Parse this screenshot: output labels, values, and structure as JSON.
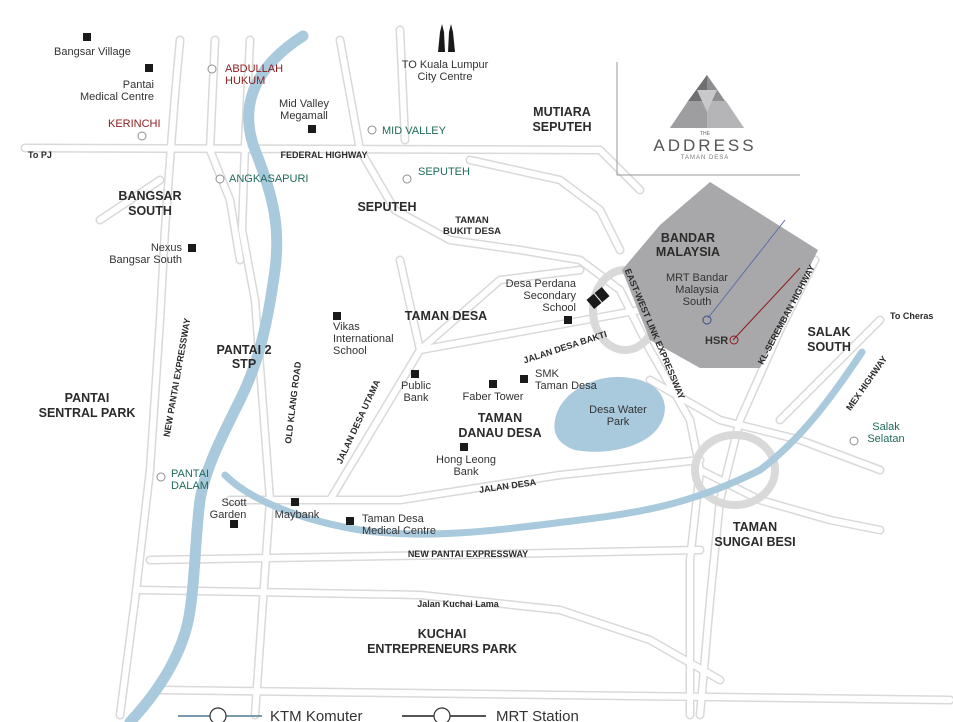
{
  "brand": {
    "name": "ADDRESS",
    "prefix": "THE",
    "subtitle": "TAMAN DESA"
  },
  "areas": {
    "mutiara_1": "MUTIARA",
    "mutiara_2": "SEPUTEH",
    "bangsar_south_1": "BANGSAR",
    "bangsar_south_2": "SOUTH",
    "seputeh": "SEPUTEH",
    "taman_bukit_desa_1": "TAMAN",
    "taman_bukit_desa_2": "BUKIT DESA",
    "bandar_malaysia_1": "BANDAR",
    "bandar_malaysia_2": "MALAYSIA",
    "taman_desa": "TAMAN DESA",
    "pantai2_1": "PANTAI 2",
    "pantai2_2": "STP",
    "pantai_sentral_1": "PANTAI",
    "pantai_sentral_2": "SENTRAL PARK",
    "salak_south_1": "SALAK",
    "salak_south_2": "SOUTH",
    "taman_danau_1": "TAMAN",
    "taman_danau_2": "DANAU DESA",
    "taman_sungai_1": "TAMAN",
    "taman_sungai_2": "SUNGAI BESI",
    "kuchai_1": "KUCHAI",
    "kuchai_2": "ENTREPRENEURS PARK"
  },
  "pois": {
    "bangsar_village": "Bangsar Village",
    "pantai_medical_1": "Pantai",
    "pantai_medical_2": "Medical Centre",
    "mid_valley_1": "Mid Valley",
    "mid_valley_2": "Megamall",
    "klcc_1": "TO Kuala Lumpur",
    "klcc_2": "City Centre",
    "nexus_1": "Nexus",
    "nexus_2": "Bangsar South",
    "desa_perdana_1": "Desa Perdana",
    "desa_perdana_2": "Secondary",
    "desa_perdana_3": "School",
    "vikas_1": "Vikas",
    "vikas_2": "International",
    "vikas_3": "School",
    "public_bank_1": "Public",
    "public_bank_2": "Bank",
    "faber": "Faber Tower",
    "smk_1": "SMK",
    "smk_2": "Taman Desa",
    "desa_water_1": "Desa Water",
    "desa_water_2": "Park",
    "hong_leong_1": "Hong Leong",
    "hong_leong_2": "Bank",
    "scott_1": "Scott",
    "scott_2": "Garden",
    "maybank": "Maybank",
    "tdmc_1": "Taman Desa",
    "tdmc_2": "Medical Centre",
    "mrt_bm_1": "MRT Bandar",
    "mrt_bm_2": "Malaysia",
    "mrt_bm_3": "South",
    "hsr": "HSR"
  },
  "stations": {
    "abdullah_1": "ABDULLAH",
    "abdullah_2": "HUKUM",
    "kerinchi": "KERINCHI",
    "mid_valley": "MID VALLEY",
    "seputeh": "SEPUTEH",
    "angkasapuri": "ANGKASAPURI",
    "pantai_dalam_1": "PANTAI",
    "pantai_dalam_2": "DALAM",
    "salak_selatan_1": "Salak",
    "salak_selatan_2": "Selatan"
  },
  "roads": {
    "to_pj": "To PJ",
    "federal": "FEDERAL HIGHWAY",
    "new_pantai_v": "NEW PANTAI EXPRESSWAY",
    "old_klang": "OLD KLANG ROAD",
    "jalan_desa_utama": "JALAN DESA UTAMA",
    "jalan_desa_bakti": "JALAN DESA BAKTI",
    "ewl": "EAST-WEST LINK EXPRESSWAY",
    "kl_seremban": "KL-SEREMBAN HIGHWAY",
    "to_cheras": "To Cheras",
    "mex": "MEX HIGHWAY",
    "jalan_desa": "JALAN DESA",
    "new_pantai_h": "NEW PANTAI EXPRESSWAY",
    "kuchai_lama": "Jalan Kuchai Lama"
  },
  "legend": {
    "ktm": "KTM Komuter",
    "mrt": "MRT Station"
  },
  "colors": {
    "river": "#a9c9dc",
    "road": "#d8d8d8",
    "bandar_malaysia": "#a8a8aa",
    "station_green": "#1f6b5b",
    "station_red": "#8b1c1c"
  }
}
